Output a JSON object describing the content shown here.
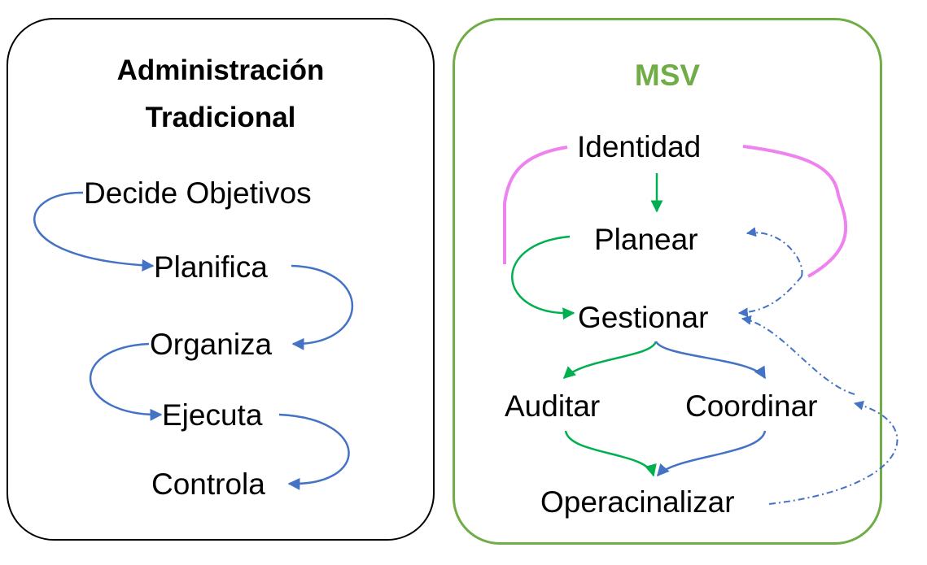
{
  "left_panel": {
    "title_line1": "Administración",
    "title_line2": "Tradicional",
    "steps": [
      "Decide Objetivos",
      "Planifica",
      "Organiza",
      "Ejecuta",
      "Controla"
    ]
  },
  "right_panel": {
    "title": "MSV",
    "nodes": {
      "identidad": "Identidad",
      "planear": "Planear",
      "gestionar": "Gestionar",
      "auditar": "Auditar",
      "coordinar": "Coordinar",
      "operacinalizar": "Operacinalizar"
    }
  },
  "colors": {
    "blue_arrow": "#4472c4",
    "green_arrow": "#00b050",
    "pink_line": "#ee82ee",
    "green_border": "#70ad47",
    "black_border": "#000000"
  }
}
